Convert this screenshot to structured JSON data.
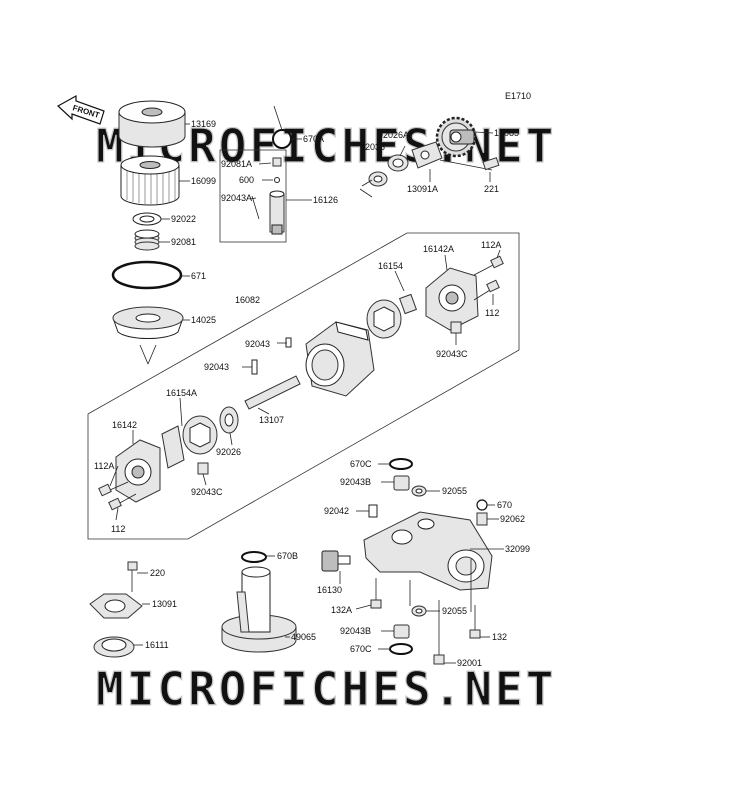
{
  "figure_code": "E1710",
  "direction_label": "FRONT",
  "watermark": "MICROFICHES.NET",
  "part_numbers": {
    "p13169": "13169",
    "p16099": "16099",
    "p92022": "92022",
    "p92081": "92081",
    "p671": "671",
    "p14025": "14025",
    "p16082": "16082",
    "p670A": "670A",
    "p92081A": "92081A",
    "p600": "600",
    "p92043A": "92043A",
    "p16126": "16126",
    "p92026A": "92026A",
    "p92036": "92036",
    "p16085": "16085",
    "p13091A": "13091A",
    "p221": "221",
    "p16142A": "16142A",
    "p112A_top": "112A",
    "p16154": "16154",
    "p112_top": "112",
    "p92043C_top": "92043C",
    "p92043_a": "92043",
    "p92043_b": "92043",
    "p16154A": "16154A",
    "p13107": "13107",
    "p92026": "92026",
    "p16142": "16142",
    "p112A_low": "112A",
    "p92043C_low": "92043C",
    "p112_low": "112",
    "p670C_top": "670C",
    "p92043B_top": "92043B",
    "p92055_top": "92055",
    "p670": "670",
    "p92042": "92042",
    "p92062": "92062",
    "p32099": "32099",
    "p16130": "16130",
    "p132A": "132A",
    "p92055_low": "92055",
    "p92043B_low": "92043B",
    "p132": "132",
    "p670C_low": "670C",
    "p92001": "92001",
    "p220": "220",
    "p13091": "13091",
    "p16111": "16111",
    "p670B": "670B",
    "p49065": "49065"
  }
}
